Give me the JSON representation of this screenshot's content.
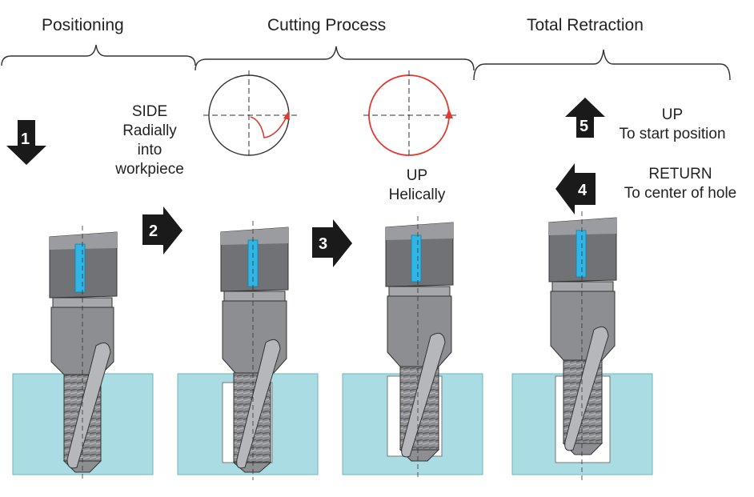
{
  "phases": {
    "positioning": "Positioning",
    "cutting": "Cutting Process",
    "retraction": "Total Retraction"
  },
  "steps": [
    {
      "number": "1"
    },
    {
      "number": "2",
      "line1": "SIDE",
      "line2": "Radially",
      "line3": "into",
      "line4": "workpiece"
    },
    {
      "number": "3",
      "line1": "UP",
      "line2": "Helically"
    },
    {
      "number": "4",
      "line1": "RETURN",
      "line2": "To center of hole"
    },
    {
      "number": "5",
      "line1": "UP",
      "line2": "To start position"
    }
  ],
  "colors": {
    "workpiece": "#a9dde3",
    "tool_body": "#8c8e91",
    "tool_dark": "#6e7073",
    "coolant": "#2fb6e6",
    "path_red": "#e03a32",
    "arrow": "#1a1a1a"
  }
}
